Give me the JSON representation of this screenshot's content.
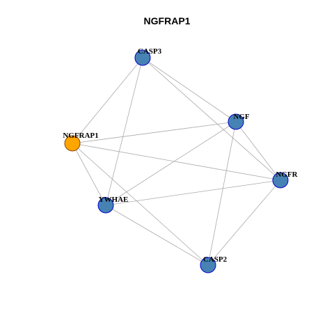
{
  "title": "NGFRAP1",
  "colors": {
    "query_node_fill": "#ffa500",
    "query_node_stroke": "#8b4500",
    "node_fill": "#4682b4",
    "node_stroke": "#0000cd",
    "edge": "#a9a9a9"
  },
  "nodes": [
    {
      "id": "CASP3",
      "label": "CASP3",
      "query": false
    },
    {
      "id": "NGF",
      "label": "NGF",
      "query": false
    },
    {
      "id": "NGFRAP1",
      "label": "NGFRAP1",
      "query": true
    },
    {
      "id": "NGFR",
      "label": "NGFR",
      "query": false
    },
    {
      "id": "YWHAE",
      "label": "YWHAE",
      "query": false
    },
    {
      "id": "CASP2",
      "label": "CASP2",
      "query": false
    }
  ],
  "edges": [
    [
      "CASP3",
      "NGF"
    ],
    [
      "CASP3",
      "NGFR"
    ],
    [
      "CASP3",
      "NGFRAP1"
    ],
    [
      "CASP3",
      "YWHAE"
    ],
    [
      "NGF",
      "NGFRAP1"
    ],
    [
      "NGF",
      "NGFR"
    ],
    [
      "NGF",
      "YWHAE"
    ],
    [
      "NGF",
      "CASP2"
    ],
    [
      "NGFRAP1",
      "NGFR"
    ],
    [
      "NGFRAP1",
      "YWHAE"
    ],
    [
      "NGFRAP1",
      "CASP2"
    ],
    [
      "NGFR",
      "YWHAE"
    ],
    [
      "NGFR",
      "CASP2"
    ],
    [
      "YWHAE",
      "CASP2"
    ]
  ]
}
